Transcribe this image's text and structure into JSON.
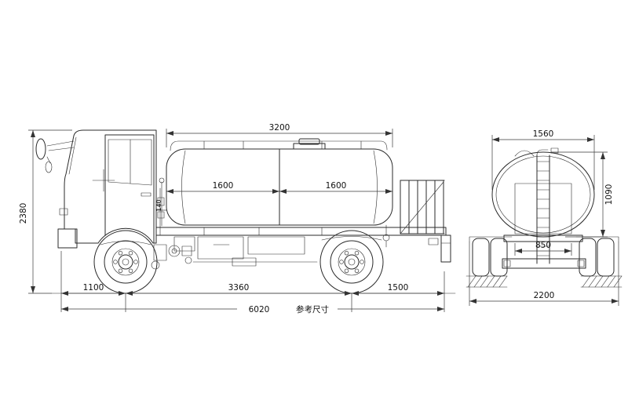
{
  "page": {
    "background_color": "#ffffff",
    "line_color": "#2b2b2b"
  },
  "side_view": {
    "dims": {
      "tank_length": "3200",
      "tank_segment_front": "1600",
      "tank_segment_rear": "1600",
      "overall_height": "2380",
      "cab_tank_gap": "140",
      "front_overhang": "1100",
      "wheelbase": "3360",
      "rear_overhang": "1500",
      "overall_length": "6020",
      "reference_note": "参考尺寸"
    }
  },
  "rear_view": {
    "dims": {
      "tank_width": "1560",
      "tank_height": "1090",
      "frame_width": "850",
      "overall_width": "2200"
    }
  }
}
